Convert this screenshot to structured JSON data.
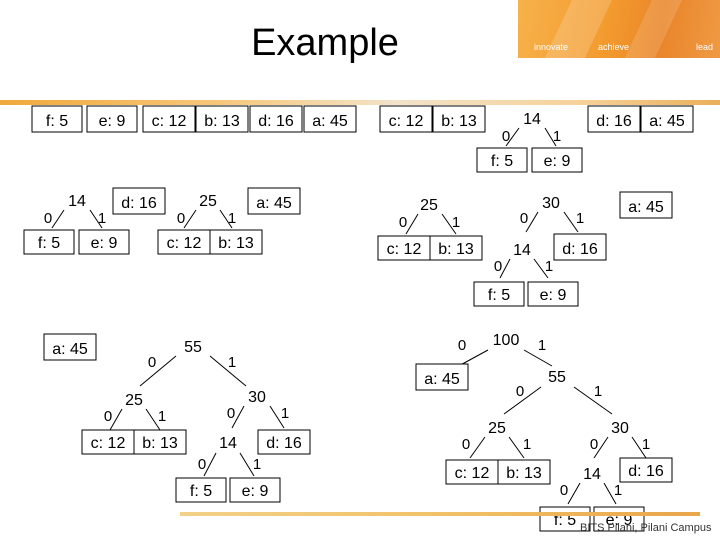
{
  "title": "Example",
  "banner": {
    "words": [
      "innovate",
      "achieve",
      "lead"
    ]
  },
  "footer": "BITS Pilani, Pilani Campus",
  "labels": {
    "f5": "f: 5",
    "e9": "e: 9",
    "c12": "c: 12",
    "b13": "b: 13",
    "d16": "d: 16",
    "a45": "a: 45",
    "n14": "14",
    "n25": "25",
    "n30": "30",
    "n55": "55",
    "n100": "100",
    "zero": "0",
    "one": "1"
  }
}
